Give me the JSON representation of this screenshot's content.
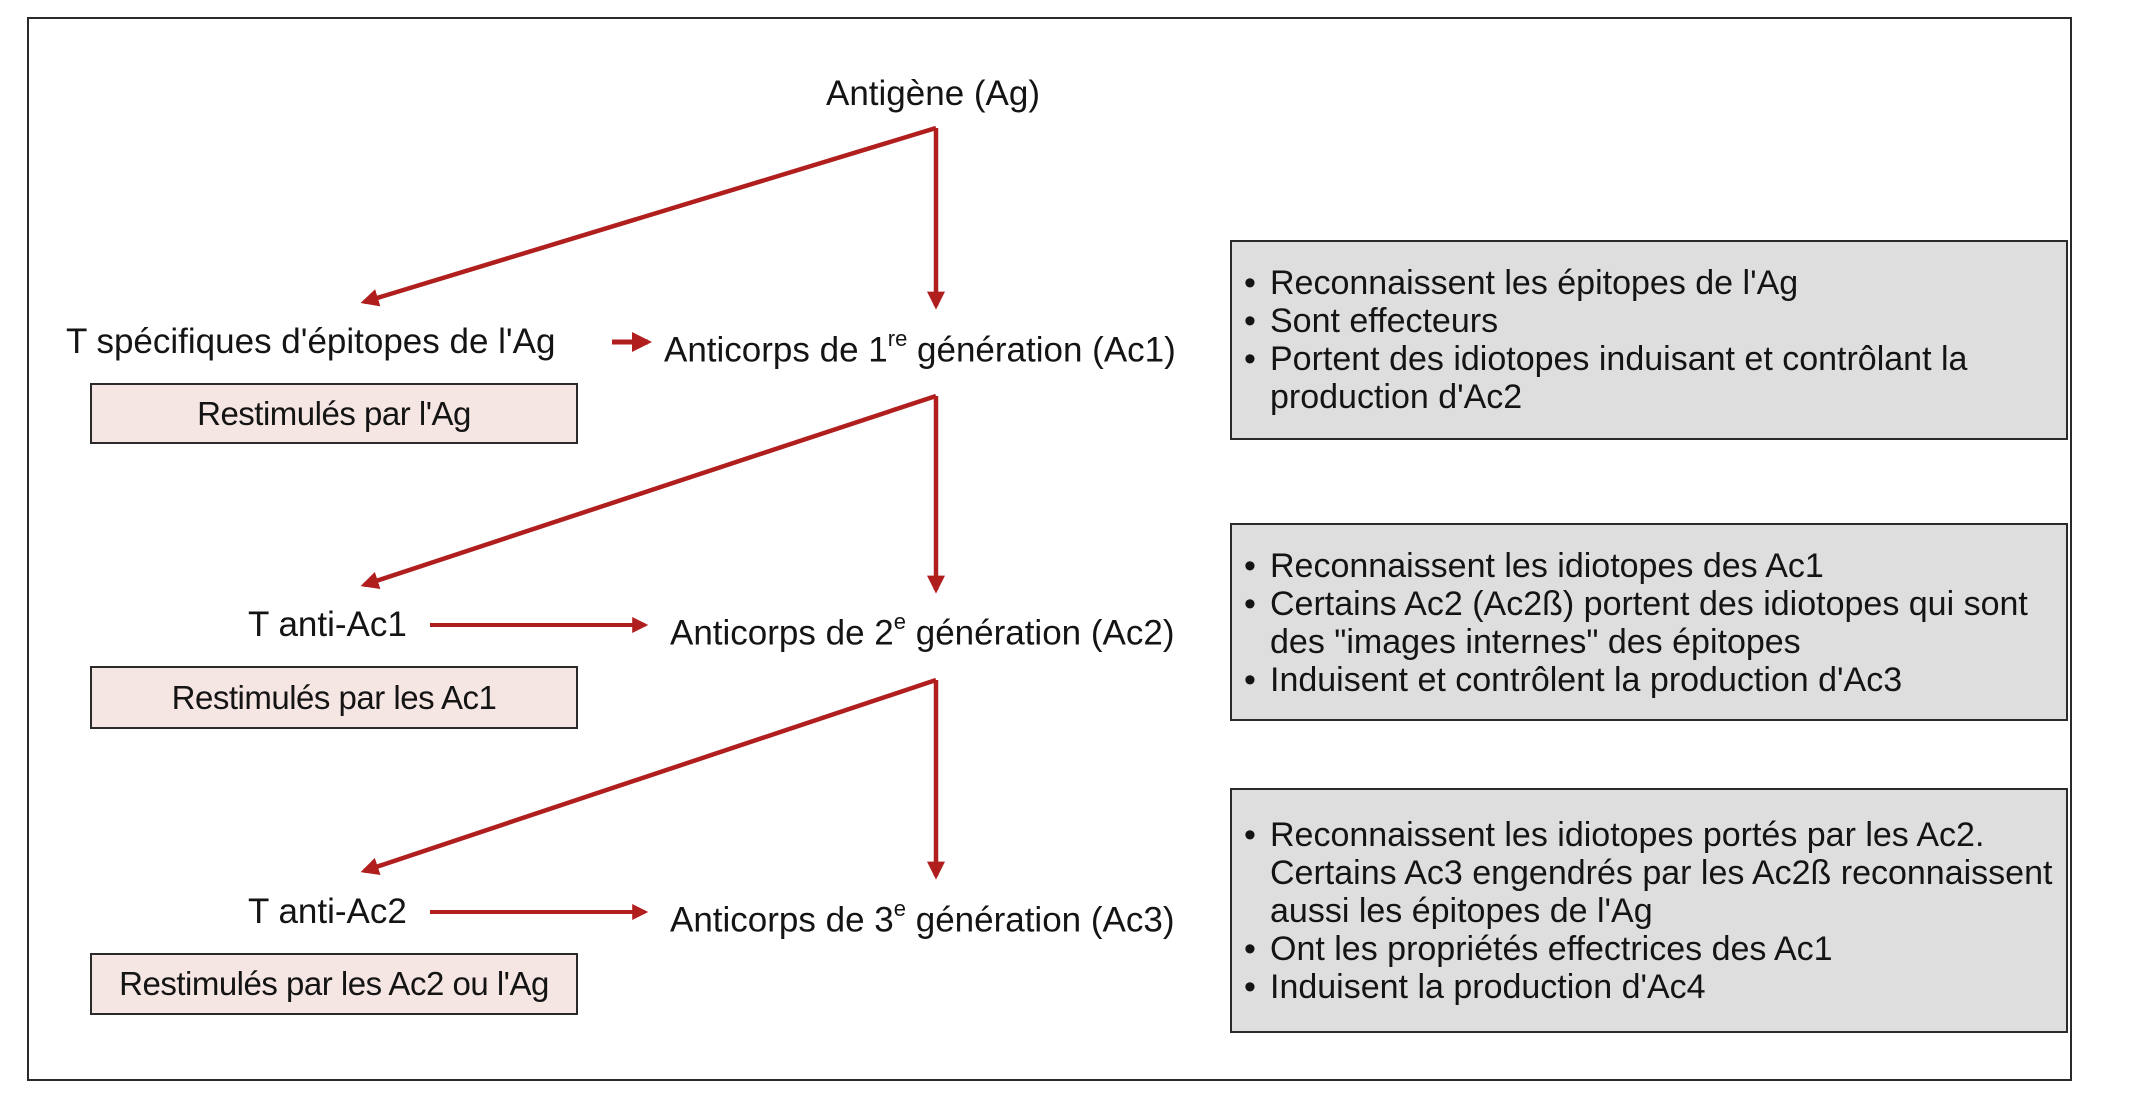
{
  "colors": {
    "arrow": "#b01e1e",
    "pink_box": "#f5e6e3",
    "grey_box": "#dedede",
    "border": "#2a2a2a"
  },
  "antigen": "Antigène (Ag)",
  "generations": [
    {
      "t_cell": "T spécifiques d'épitopes de l'Ag",
      "antibody": {
        "prefix": "Anticorps de 1",
        "sup": "re",
        "suffix": " génération (Ac1)"
      },
      "restim": "Restimulés par l'Ag",
      "notes": [
        "Reconnaissent les épitopes de l'Ag",
        "Sont effecteurs",
        "Portent des idiotopes induisant et contrôlant la production d'Ac2"
      ]
    },
    {
      "t_cell": "T anti-Ac1",
      "antibody": {
        "prefix": "Anticorps de 2",
        "sup": "e",
        "suffix": " génération (Ac2)"
      },
      "restim": "Restimulés par les Ac1",
      "notes": [
        "Reconnaissent les idiotopes des Ac1",
        "Certains Ac2 (Ac2ß) portent des idiotopes qui sont des \"images internes\" des épitopes",
        "Induisent et contrôlent la production d'Ac3"
      ]
    },
    {
      "t_cell": "T anti-Ac2",
      "antibody": {
        "prefix": "Anticorps de 3",
        "sup": "e",
        "suffix": " génération (Ac3)"
      },
      "restim": "Restimulés par les Ac2 ou l'Ag",
      "notes": [
        "Reconnaissent les idiotopes portés par les Ac2. Certains Ac3 engendrés par les Ac2ß reconnaissent aussi les épitopes de l'Ag",
        "Ont les propriétés effectrices des Ac1",
        "Induisent la production d'Ac4"
      ]
    }
  ]
}
